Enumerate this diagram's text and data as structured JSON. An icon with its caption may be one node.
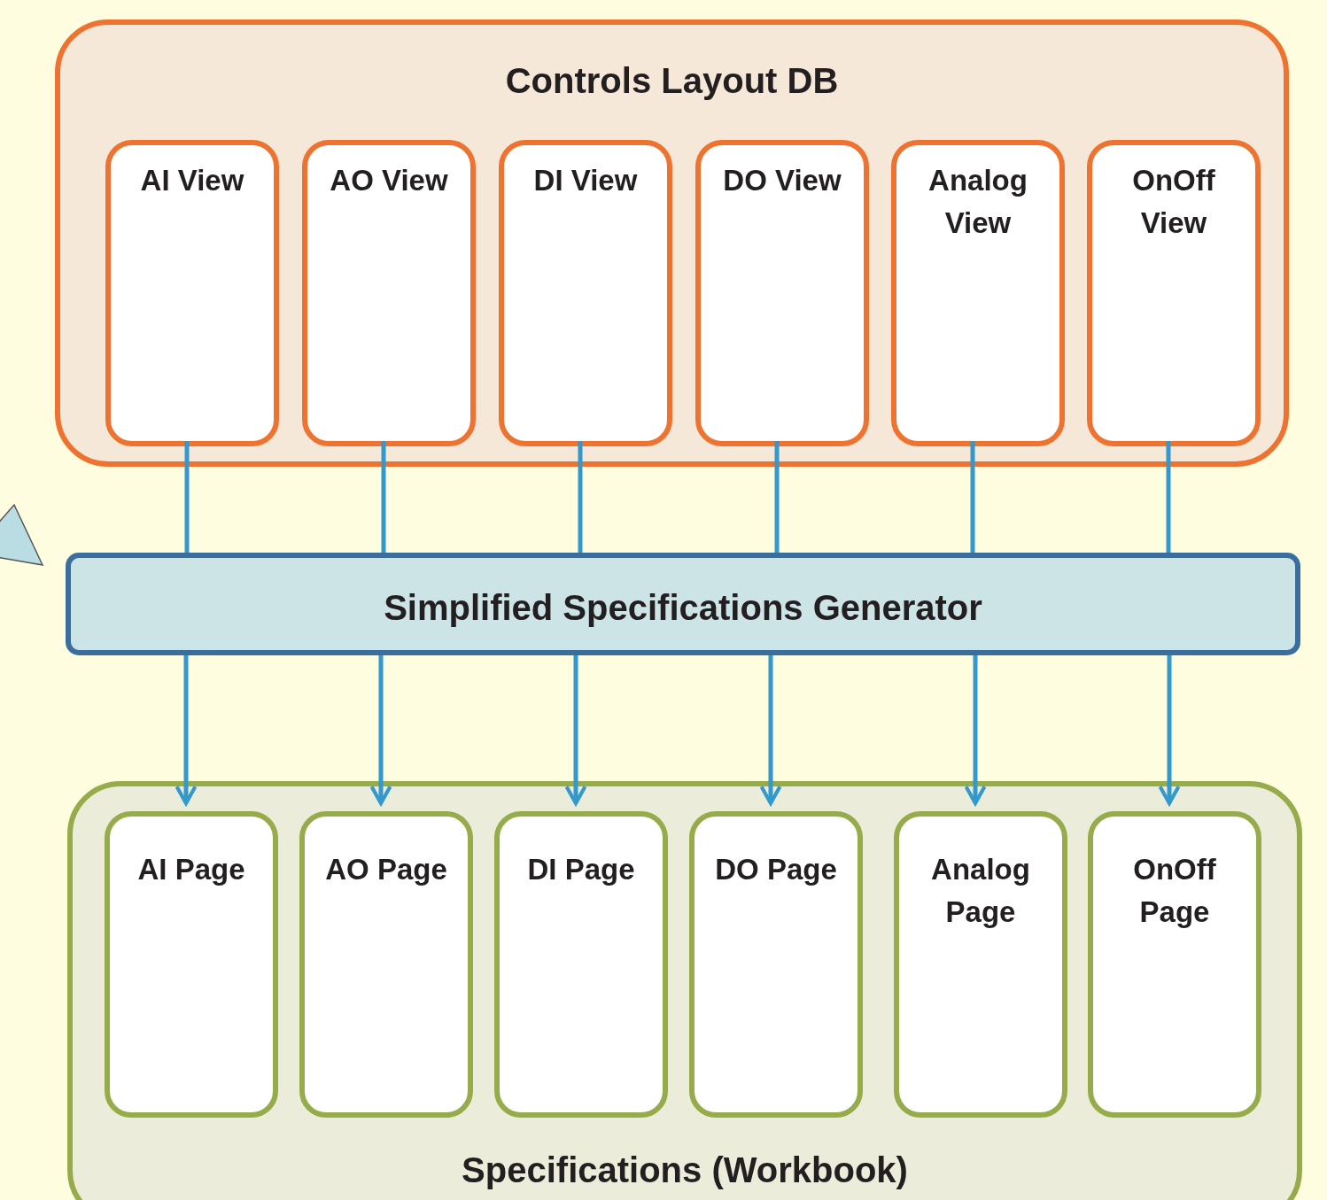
{
  "diagram": {
    "nodes": [
      {
        "text": [
          "Controls Layout DB"
        ]
      },
      {
        "text": [
          "AI View"
        ],
        "in": 0
      },
      {
        "text": [
          "AO View"
        ],
        "in": 0
      },
      {
        "text": [
          "DI View"
        ],
        "in": 0
      },
      {
        "text": [
          "DO View"
        ],
        "in": 0
      },
      {
        "text": [
          "Analog View"
        ],
        "in": 0
      },
      {
        "text": [
          "OnOff View"
        ],
        "in": 0
      },
      {
        "text": [
          "Simplified Specifications Generator"
        ]
      },
      {
        "text": [
          "Specifications (Workbook)"
        ]
      },
      {
        "text": [
          "AI Page"
        ],
        "in": 8
      },
      {
        "text": [
          "AO Page"
        ],
        "in": 8
      },
      {
        "text": [
          "DI Page"
        ],
        "in": 8
      },
      {
        "text": [
          "DO Page"
        ],
        "in": 8
      },
      {
        "text": [
          "Analog Page"
        ],
        "in": 8
      },
      {
        "text": [
          "OnOff Page"
        ],
        "in": 8
      }
    ],
    "edges": [
      {
        "from": 1,
        "to": 7,
        "arrow": "none"
      },
      {
        "from": 2,
        "to": 7,
        "arrow": "none"
      },
      {
        "from": 3,
        "to": 7,
        "arrow": "none"
      },
      {
        "from": 4,
        "to": 7,
        "arrow": "none"
      },
      {
        "from": 5,
        "to": 7,
        "arrow": "none"
      },
      {
        "from": 6,
        "to": 7,
        "arrow": "none"
      },
      {
        "from": 7,
        "to": 9,
        "arrow": "to"
      },
      {
        "from": 7,
        "to": 10,
        "arrow": "to"
      },
      {
        "from": 7,
        "to": 11,
        "arrow": "to"
      },
      {
        "from": 7,
        "to": 12,
        "arrow": "to"
      },
      {
        "from": 7,
        "to": 13,
        "arrow": "to"
      },
      {
        "from": 7,
        "to": 14,
        "arrow": "to"
      }
    ]
  }
}
